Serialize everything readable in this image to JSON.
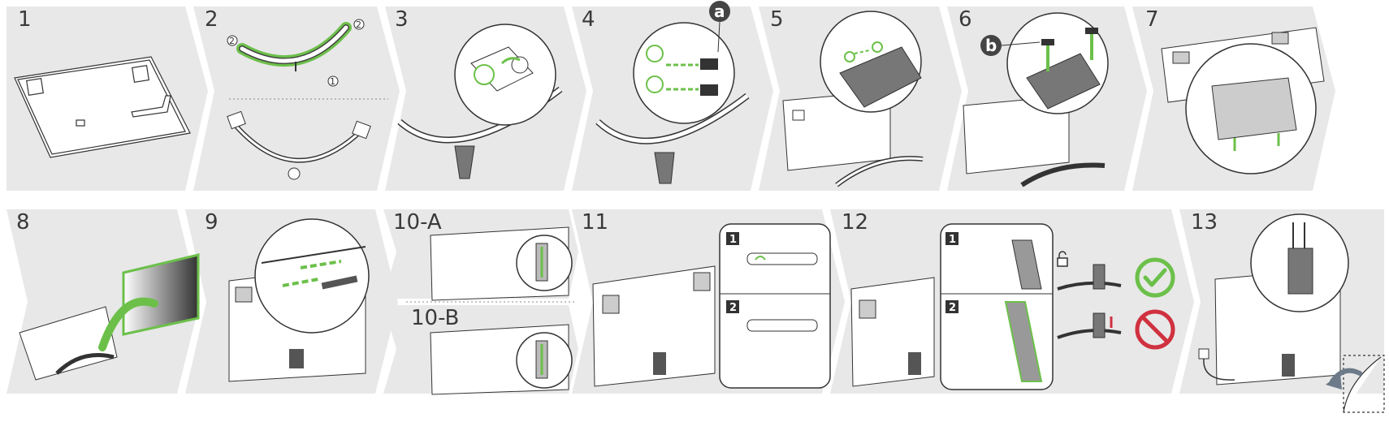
{
  "row1": {
    "steps": [
      "1",
      "2",
      "3",
      "4",
      "5",
      "6",
      "7"
    ]
  },
  "row2": {
    "steps": [
      "8",
      "9",
      "10-A",
      "10-B",
      "11",
      "12",
      "13"
    ]
  },
  "callouts": {
    "a": "a",
    "b": "b"
  },
  "step2_marks": {
    "m1": "1",
    "m2": "2"
  },
  "sub_steps": {
    "s1": "1",
    "s2": "2"
  },
  "colors": {
    "panel_bg": "#e8e8e8",
    "accent_green": "#6cc04a",
    "line": "#333333",
    "check_green": "#6cc04a",
    "prohibit_red": "#d0313f"
  }
}
